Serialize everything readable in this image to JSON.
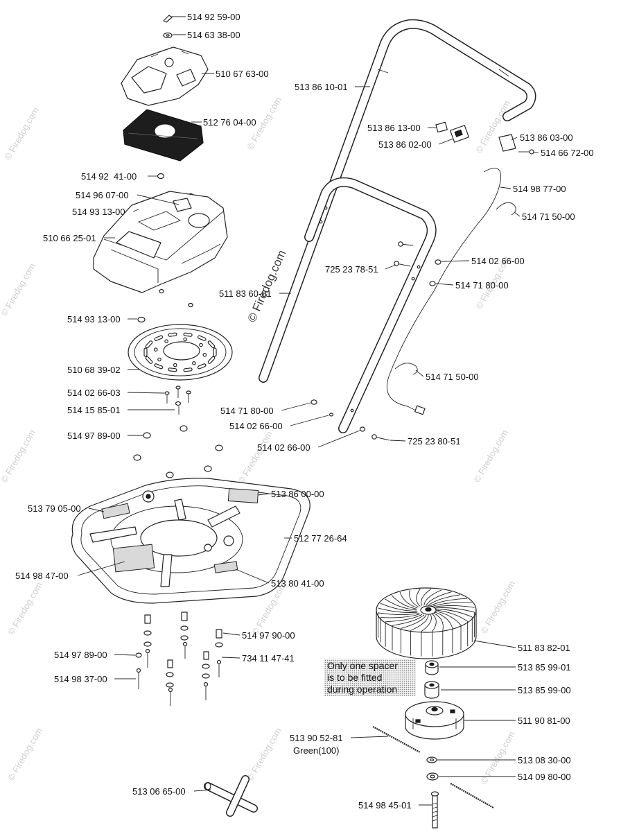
{
  "watermark": "© Firedog.com",
  "housing_parts": [
    "514 92 59-00",
    "514 63 38-00",
    "510 67 63-00",
    "512 76 04-00",
    "514 92  41-00",
    "514 96 07-00",
    "514 93 13-00",
    "510 66 25-01",
    "514 93 13-00",
    "510 68 39-02",
    "514 02 66-03",
    "514 15 85-01",
    "514 97 89-00"
  ],
  "hood_parts": [
    "513 79 05-00",
    "513 86 00-00",
    "512 77 26-64",
    "514 98 47-00",
    "513 80 41-00"
  ],
  "fastener_parts": [
    "514 97 90-00",
    "514 97 89-00",
    "734 11 47-41",
    "514 98 37-00",
    "513 06 65-00"
  ],
  "handle_parts": [
    "513 86 10-01",
    "513 86 13-00",
    "513 86 02-00",
    "513 86 03-00",
    "514 66 72-00",
    "514 98 77-00",
    "514 71 50-00",
    "514 02 66-00",
    "725 23 78-51",
    "514 71 80-00",
    "511 83 60-01",
    "514 71 50-00",
    "514 71 80-00",
    "514 02 66-00",
    "514 02 66-00",
    "725 23 80-51"
  ],
  "cutter_parts": [
    "511 83 82-01",
    "513 85 99-01",
    "513 85 99-00",
    "511 90 81-00",
    "513 90 52-81",
    "513 08 30-00",
    "514 09 80-00",
    "514 98 45-01"
  ],
  "cutting_line_color": "Green(100)",
  "note": {
    "line1": "Only one spacer",
    "line2": "is to be fitted",
    "line3": "during operation"
  }
}
